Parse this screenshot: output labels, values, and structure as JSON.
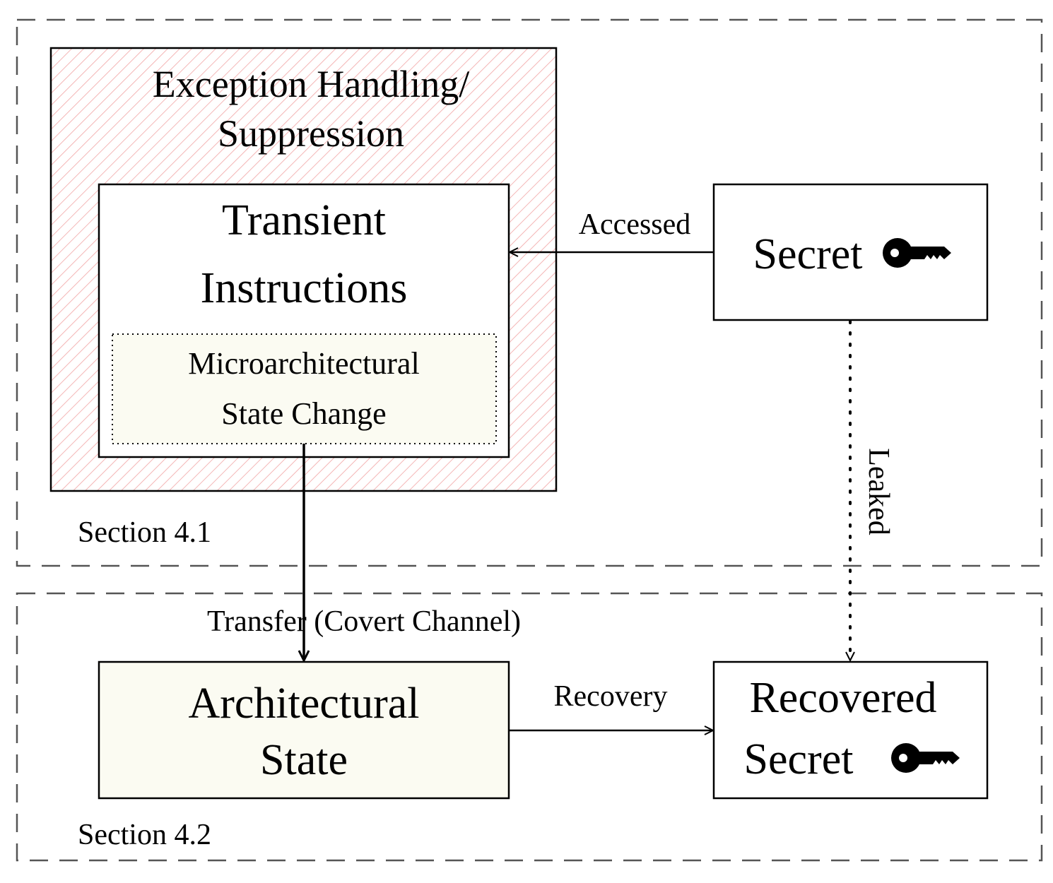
{
  "sections": {
    "s41": "Section 4.1",
    "s42": "Section 4.2"
  },
  "boxes": {
    "exception_line1": "Exception Handling/",
    "exception_line2": "Suppression",
    "transient_line1": "Transient",
    "transient_line2": "Instructions",
    "micro_line1": "Microarchitectural",
    "micro_line2": "State Change",
    "secret": "Secret",
    "arch_line1": "Architectural",
    "arch_line2": "State",
    "recovered_line1": "Recovered",
    "recovered_line2": "Secret"
  },
  "edges": {
    "accessed": "Accessed",
    "leaked": "Leaked",
    "transfer": "Transfer (Covert Channel)",
    "recovery": "Recovery"
  },
  "icons": {
    "secret_icon": "key-icon",
    "recovered_icon": "key-icon"
  },
  "colors": {
    "exception_hatch": "#f4b6b6",
    "state_fill": "#fbfbf2",
    "stroke": "#000000",
    "dashed_frame": "#555555"
  }
}
